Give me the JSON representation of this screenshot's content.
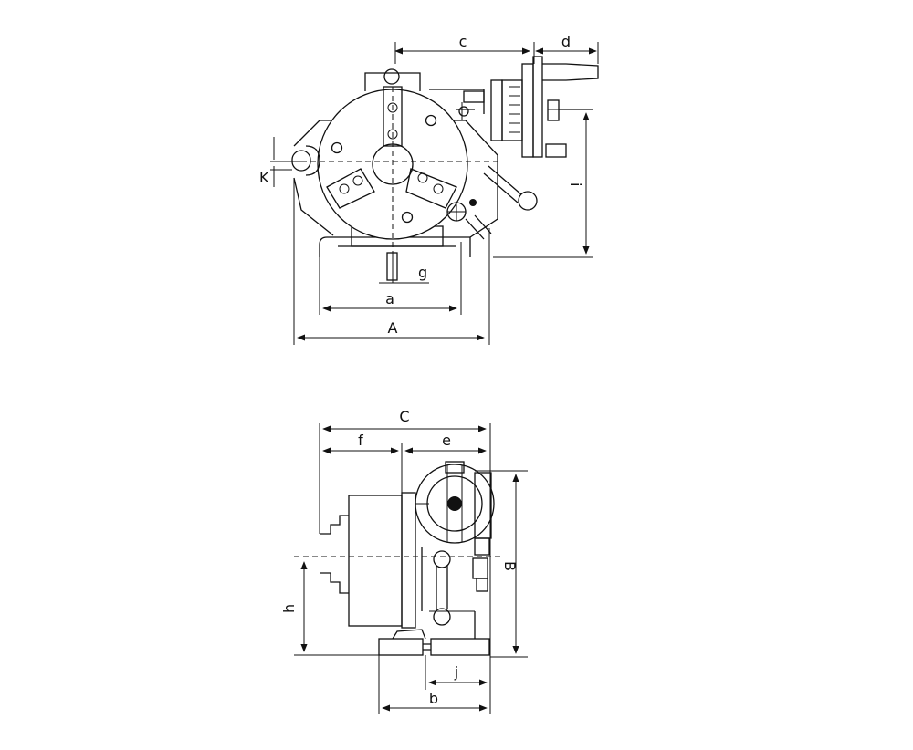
{
  "diagram": {
    "top_view_labels": {
      "c": "c",
      "d": "d",
      "K": "K",
      "i": "i",
      "g": "g",
      "a": "a",
      "A": "A"
    },
    "side_view_labels": {
      "C": "C",
      "f": "f",
      "e": "e",
      "B": "B",
      "h": "h",
      "j": "j",
      "b": "b"
    }
  }
}
